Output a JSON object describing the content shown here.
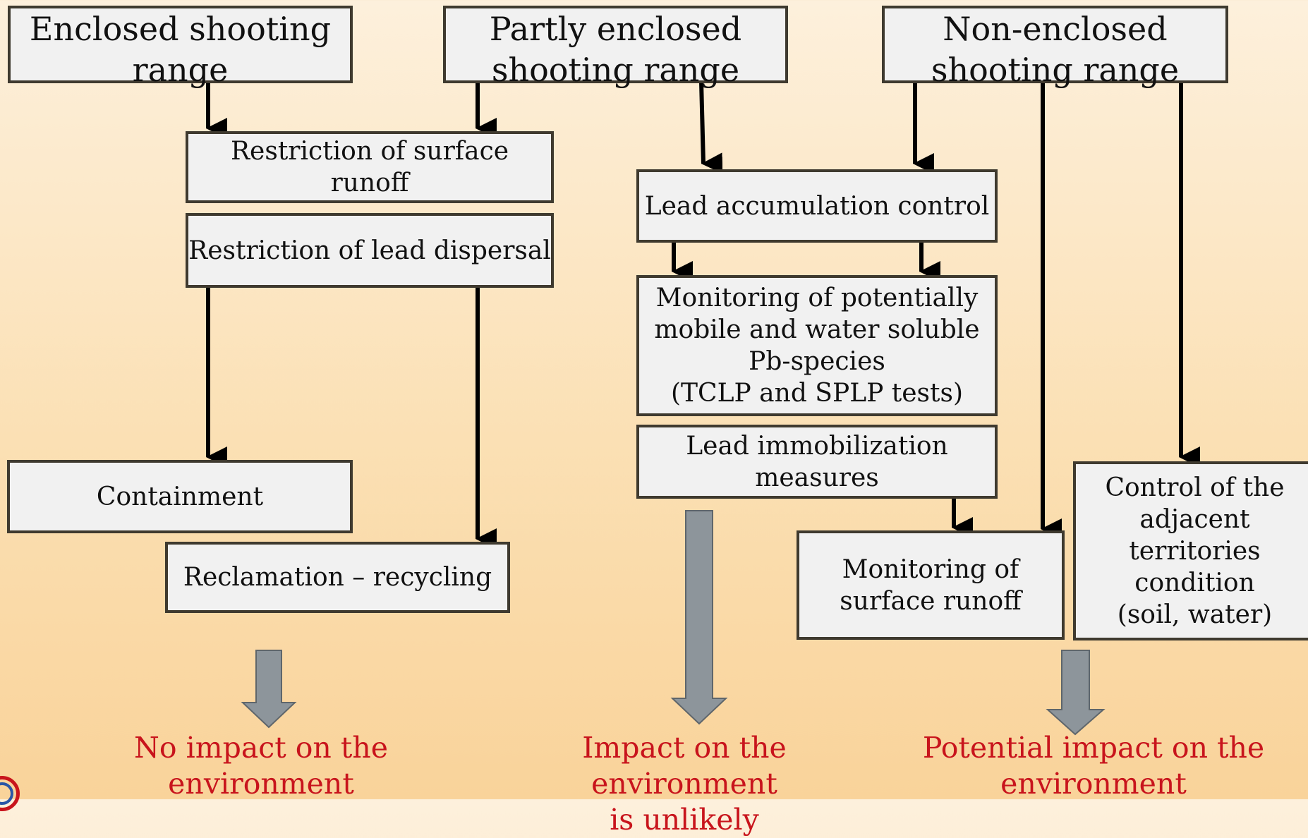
{
  "headers": {
    "enclosed": "Enclosed shooting\nrange",
    "partly": "Partly enclosed\nshooting range",
    "non": "Non-enclosed\nshooting range"
  },
  "boxes": {
    "surface_runoff_restriction": "Restriction of surface runoff",
    "lead_dispersal_restriction": "Restriction of lead dispersal",
    "containment": "Containment",
    "reclamation": "Reclamation – recycling",
    "lead_accumulation": "Lead accumulation control",
    "monitoring_species": "Monitoring of potentially\nmobile and water soluble\nPb-species\n(TCLP and SPLP tests)",
    "immobilization": "Lead immobilization\nmeasures",
    "monitoring_runoff": "Monitoring of\nsurface runoff",
    "adjacent_control": "Control of the\nadjacent\nterritories\ncondition\n(soil, water)"
  },
  "outcomes": {
    "no_impact": "No impact on the\nenvironment",
    "unlikely": "Impact on the environment\nis unlikely",
    "potential": "Potential impact on the\nenvironment"
  },
  "colors": {
    "outcome_text": "#c8141c",
    "box_fill": "#f1f1f1",
    "box_border": "#3f3a2f",
    "wide_arrow": "#8d959b"
  }
}
